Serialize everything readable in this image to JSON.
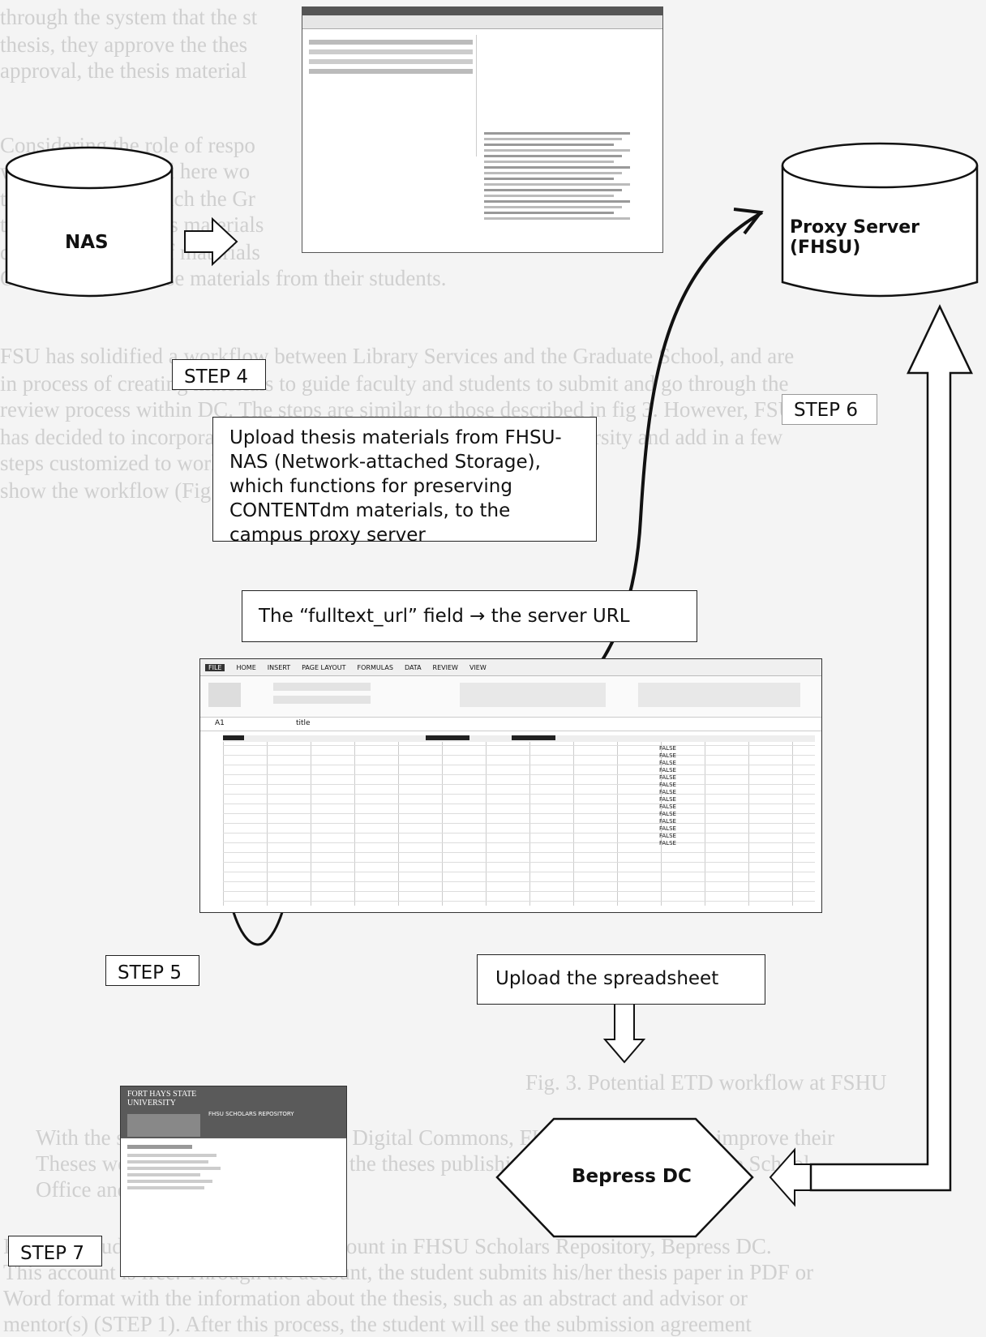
{
  "background_text": [
    "through the system that the st",
    "thesis, they approve the thes",
    "approval, the thesis material",
    "Considering the role of respo",
    "workflow presented here wo",
    "thesis materials which the Gr",
    "the number of thesis materials",
    "deposit a number of materials",
    "Office receives those materials from their students.",
    "FSU has solidified a workflow between Library Services and the Graduate School, and are",
    "in process of creating materials to guide faculty and students to submit and go through the",
    "review process within DC. The steps are similar to those described in fig 3. However, FSU",
    "has decided to incorporate a workflow that Georgia Southern University and add in a few",
    "steps customized to working with graduate School offi",
    "show the workflow (Fig. 4) (Kirchmeyer 2016; See fig 4)",
    "Fig. 3. Potential ETD workflow at FSHU",
    "With the student submission tool of Digital Commons, FHSU can potentially improve their",
    "Theses workflow and save time for the theses publishing process at the Graduate School",
    "Office and the Library (Button 6).",
    "First, the student needs to create an account in FHSU Scholars Repository, Bepress DC.",
    "This account is free. Through the account, the student submits his/her thesis paper in PDF or",
    "Word format with the information about the thesis, such as an abstract and advisor or",
    "mentor(s) (STEP 1). After this process, the student will see the submission agreement"
  ],
  "nodes": {
    "nas": "NAS",
    "proxy": "Proxy Server (FHSU)",
    "bepress": "Bepress DC"
  },
  "steps": {
    "step4": "STEP 4",
    "step5": "STEP 5",
    "step6": "STEP 6",
    "step7": "STEP 7"
  },
  "boxes": {
    "upload_thesis": "Upload thesis materials from FHSU-NAS (Network-attached Storage), which functions for preserving CONTENTdm materials, to the campus proxy server",
    "fulltext_url": "The “fulltext_url” field → the server URL",
    "upload_spreadsheet": "Upload the spreadsheet"
  },
  "spreadsheet": {
    "cell_ref": "A1",
    "formula": "title",
    "ribbon_tabs": [
      "FILE",
      "HOME",
      "INSERT",
      "PAGE LAYOUT",
      "FORMULAS",
      "DATA",
      "REVIEW",
      "VIEW"
    ],
    "false_values": [
      "FALSE",
      "FALSE",
      "FALSE",
      "FALSE",
      "FALSE",
      "FALSE",
      "FALSE",
      "FALSE",
      "FALSE",
      "FALSE",
      "FALSE",
      "FALSE",
      "FALSE",
      "FALSE"
    ]
  },
  "repository_page": {
    "university": "FORT HAYS STATE UNIVERSITY",
    "site": "FHSU SCHOLARS REPOSITORY"
  },
  "colors": {
    "arrow_fill": "#ffffff",
    "stroke": "#111111",
    "ghost_text": "#cfcfcf"
  }
}
